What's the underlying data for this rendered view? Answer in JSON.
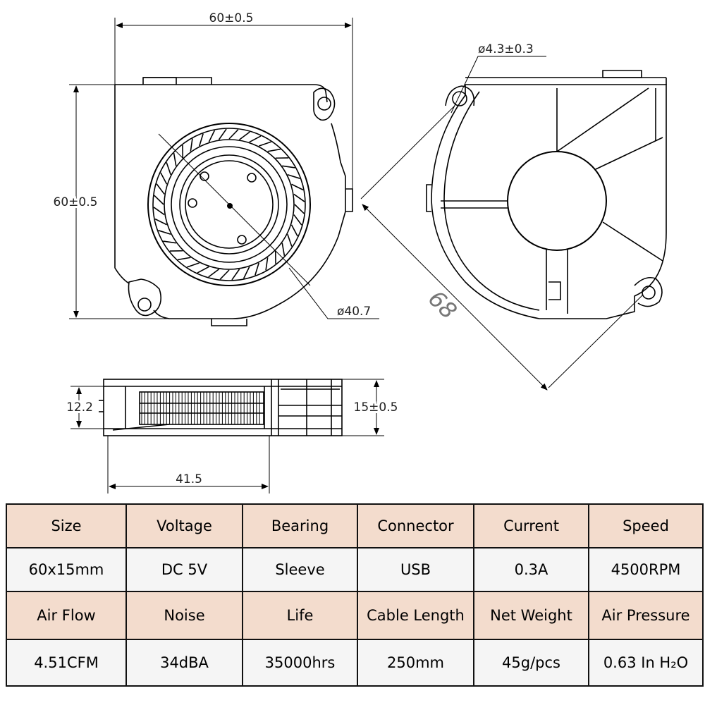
{
  "dimensions": {
    "front_width": "60±0.5",
    "front_height": "60±0.5",
    "impeller_diameter": "ø40.7",
    "hole_diameter": "ø4.3±0.3",
    "diagonal": "68",
    "side_inner_height": "12.2",
    "side_height": "15±0.5",
    "side_length": "41.5"
  },
  "specs": {
    "rows": [
      {
        "type": "header",
        "cells": [
          "Size",
          "Voltage",
          "Bearing",
          "Connector",
          "Current",
          "Speed"
        ]
      },
      {
        "type": "value",
        "cells": [
          "60x15mm",
          "DC 5V",
          "Sleeve",
          "USB",
          "0.3A",
          "4500RPM"
        ]
      },
      {
        "type": "header",
        "cells": [
          "Air Flow",
          "Noise",
          "Life",
          "Cable Length",
          "Net Weight",
          "Air Pressure"
        ]
      },
      {
        "type": "value",
        "cells": [
          "4.51CFM",
          "34dBA",
          "35000hrs",
          "250mm",
          "45g/pcs",
          "0.63 In H₂O"
        ]
      }
    ]
  },
  "colors": {
    "header_fill": "#f3dccd",
    "value_fill": "#f5f5f5",
    "line": "#000000"
  }
}
